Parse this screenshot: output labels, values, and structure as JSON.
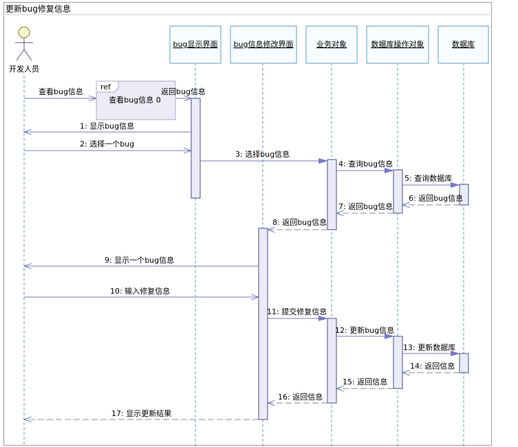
{
  "diagram": {
    "title": "更新bug修复信息",
    "actor": {
      "name": "开发人员"
    },
    "lifelines": [
      {
        "id": "ui",
        "label": "bug显示界面"
      },
      {
        "id": "edit",
        "label": "bug信息修改界面"
      },
      {
        "id": "biz",
        "label": "业务对象"
      },
      {
        "id": "dbop",
        "label": "数据库操作对象"
      },
      {
        "id": "db",
        "label": "数据库"
      }
    ],
    "ref_fragment": {
      "tag": "ref",
      "text": "查看bug信息 0"
    },
    "messages": [
      {
        "label": "查看bug信息",
        "from": "actor",
        "to": "ref",
        "kind": "call"
      },
      {
        "label": "返回bug信息",
        "from": "ref",
        "to": "ui",
        "kind": "return"
      },
      {
        "label": "1:  显示bug信息",
        "from": "ui",
        "to": "actor",
        "kind": "call"
      },
      {
        "label": "2:  选择一个bug",
        "from": "actor",
        "to": "ui",
        "kind": "call"
      },
      {
        "label": "3:  选择bug信息",
        "from": "ui",
        "to": "biz",
        "kind": "call"
      },
      {
        "label": "4:  查询bug信息",
        "from": "biz",
        "to": "dbop",
        "kind": "call"
      },
      {
        "label": "5:  查询数据库",
        "from": "dbop",
        "to": "db",
        "kind": "call"
      },
      {
        "label": "6:  返回bug信息",
        "from": "db",
        "to": "dbop",
        "kind": "return"
      },
      {
        "label": "7:  返回bug信息",
        "from": "dbop",
        "to": "biz",
        "kind": "return"
      },
      {
        "label": "8:  返回bug信息",
        "from": "biz",
        "to": "edit",
        "kind": "return"
      },
      {
        "label": "9:  显示一个bug信息",
        "from": "edit",
        "to": "actor",
        "kind": "call"
      },
      {
        "label": "10:  输入修复信息",
        "from": "actor",
        "to": "edit",
        "kind": "call"
      },
      {
        "label": "11:  提交修复信息",
        "from": "edit",
        "to": "biz",
        "kind": "call"
      },
      {
        "label": "12:  更新bug信息",
        "from": "biz",
        "to": "dbop",
        "kind": "call"
      },
      {
        "label": "13:  更新数据库",
        "from": "dbop",
        "to": "db",
        "kind": "call"
      },
      {
        "label": "14:  返回信息",
        "from": "db",
        "to": "dbop",
        "kind": "return"
      },
      {
        "label": "15:  返回信息",
        "from": "dbop",
        "to": "biz",
        "kind": "return"
      },
      {
        "label": "16:  返回信息",
        "from": "biz",
        "to": "edit",
        "kind": "return"
      },
      {
        "label": "17:  显示更新结果",
        "from": "edit",
        "to": "actor",
        "kind": "return"
      }
    ],
    "colors": {
      "header_fill": "#f7fcfe",
      "header_border": "#5a9fc8",
      "lifeline": "#5a9fc8",
      "activation_fill": "#ebebf8",
      "activation_border": "#4a4a8a",
      "call_line": "#7878b8",
      "return_line": "#8a8aaa",
      "arrowhead": "#7878c8",
      "ref_fill": "#ececf6",
      "actor_head": "#fbfbc8"
    }
  }
}
